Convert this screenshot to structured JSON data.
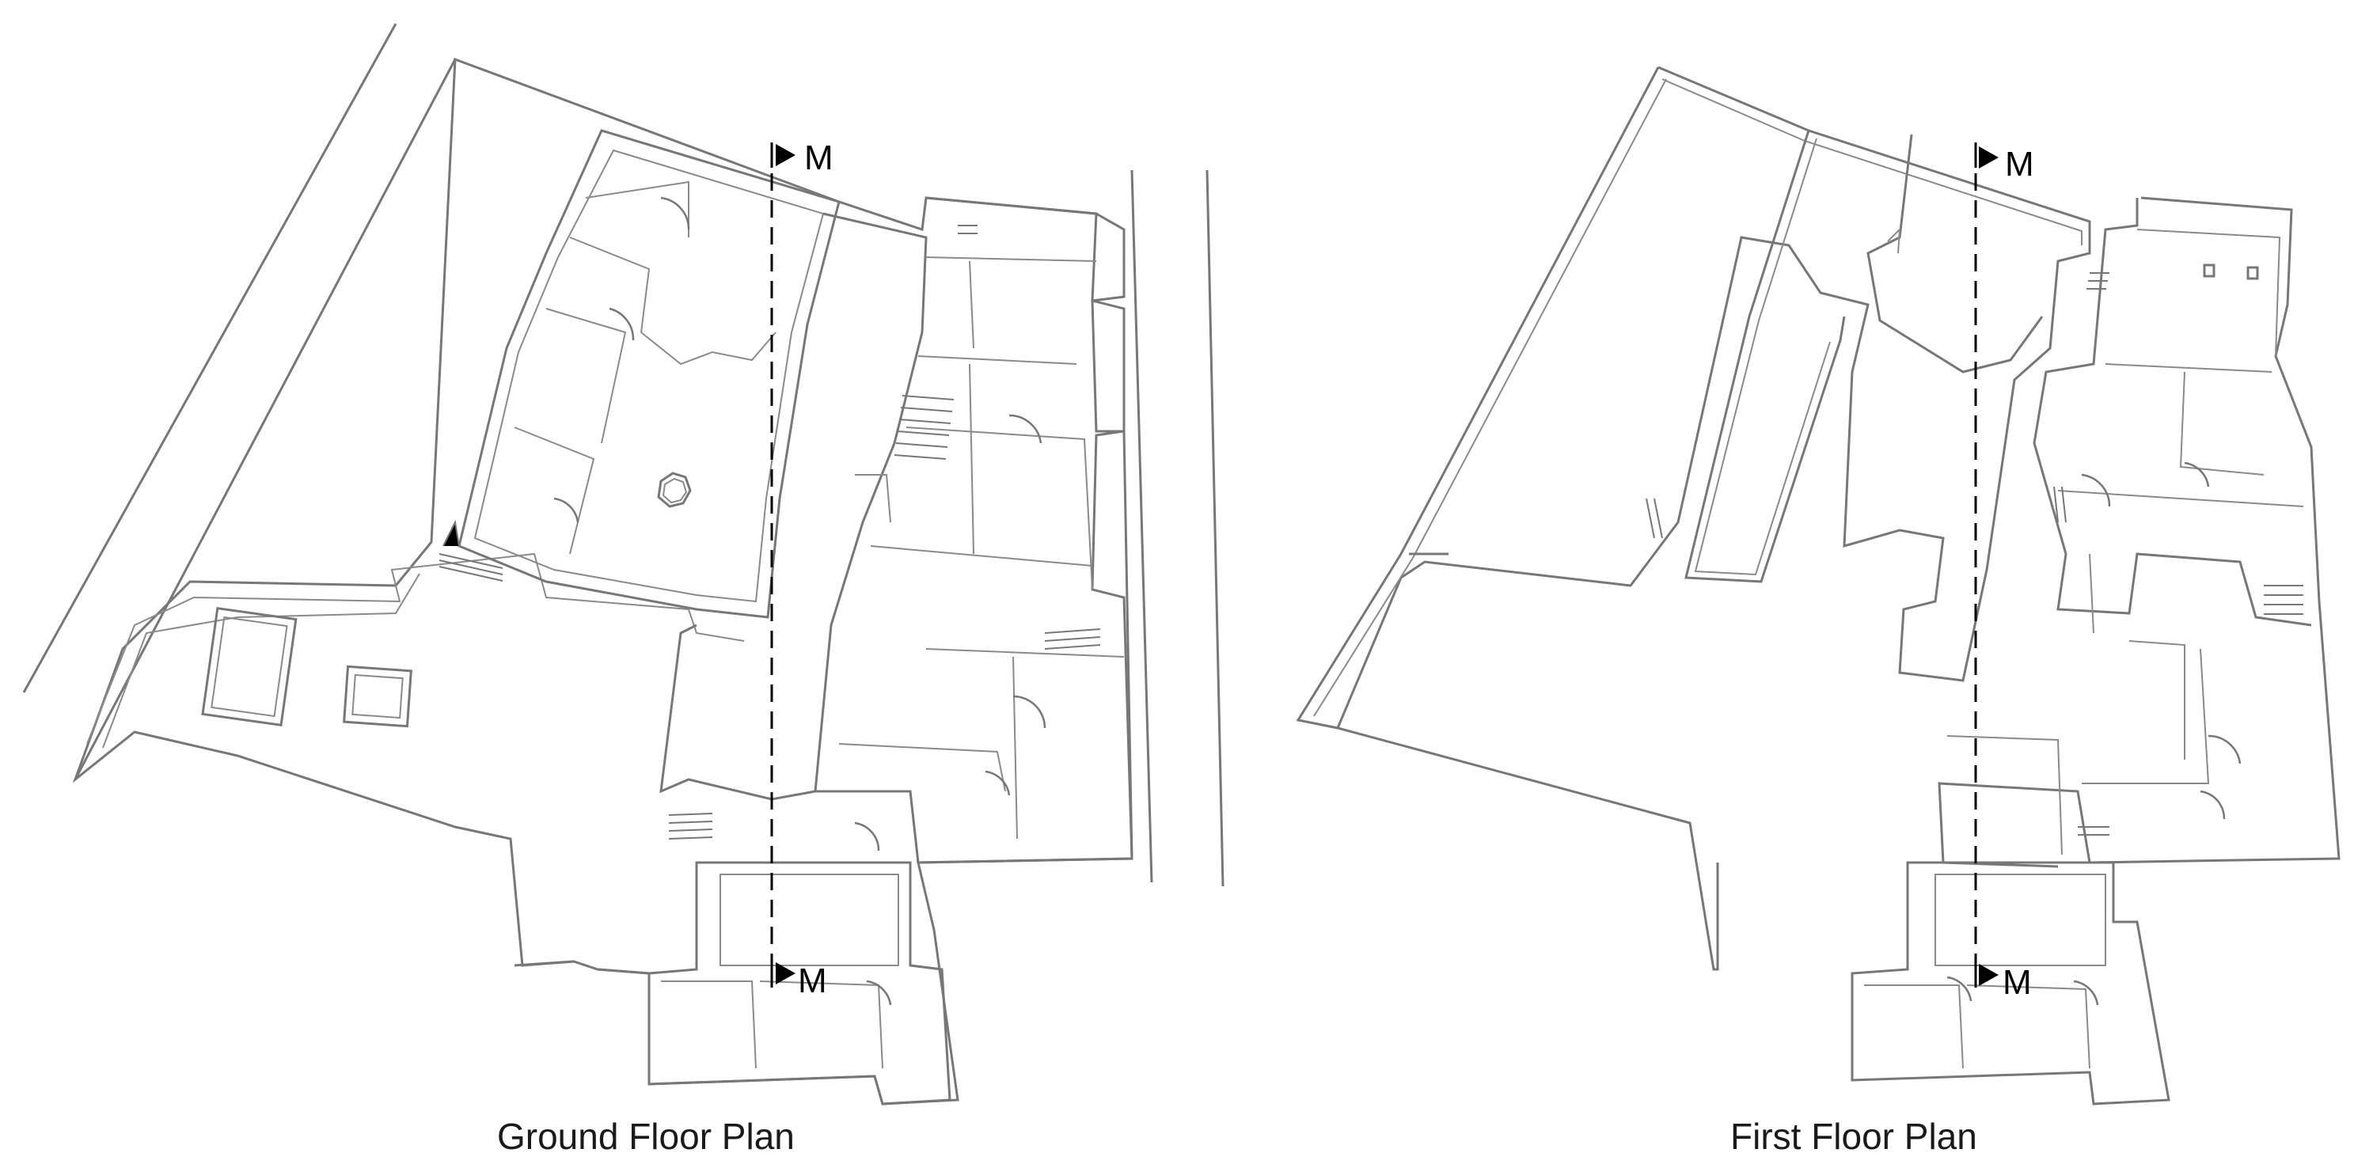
{
  "plans": [
    {
      "caption": "Ground Floor Plan",
      "section_markers": [
        {
          "label": "M"
        },
        {
          "label": "M"
        }
      ]
    },
    {
      "caption": "First Floor Plan",
      "section_markers": [
        {
          "label": "M"
        },
        {
          "label": "M"
        }
      ]
    }
  ],
  "colors": {
    "walls": "#777777",
    "section": "#000000",
    "background": "#ffffff"
  }
}
